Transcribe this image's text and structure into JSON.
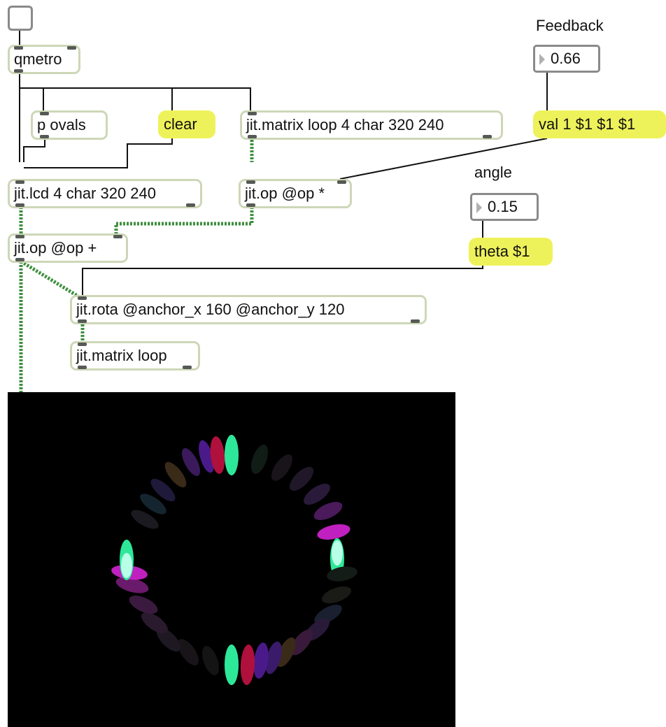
{
  "patch": {
    "toggle": {
      "icon": "toggle-box"
    },
    "qmetro": {
      "label": "qmetro"
    },
    "p_ovals": {
      "label": "p ovals"
    },
    "clear_msg": {
      "label": "clear"
    },
    "matrix_loop_top": {
      "label": "jit.matrix loop 4 char 320 240"
    },
    "feedback_comment": {
      "label": "Feedback"
    },
    "feedback_number": {
      "value": "0.66"
    },
    "val_msg": {
      "label": "val 1 $1 $1 $1"
    },
    "lcd": {
      "label": "jit.lcd 4 char 320 240"
    },
    "op_mul": {
      "label": "jit.op @op *"
    },
    "angle_comment": {
      "label": "angle"
    },
    "angle_number": {
      "value": "0.15"
    },
    "theta_msg": {
      "label": "theta $1"
    },
    "op_add": {
      "label": "jit.op @op +"
    },
    "rota": {
      "label": "jit.rota @anchor_x 160 @anchor_y 120"
    },
    "matrix_loop_bottom": {
      "label": "jit.matrix loop"
    }
  },
  "colors": {
    "object_border": "#cdd7b7",
    "message_fill": "#eef25a",
    "patch_cord": "#111111",
    "matrix_cord": "#3e8f3e",
    "display_background": "#000000",
    "oval_colors": [
      "#2ee89a",
      "#b0103c",
      "#4a1a8a",
      "#c020c0"
    ]
  }
}
